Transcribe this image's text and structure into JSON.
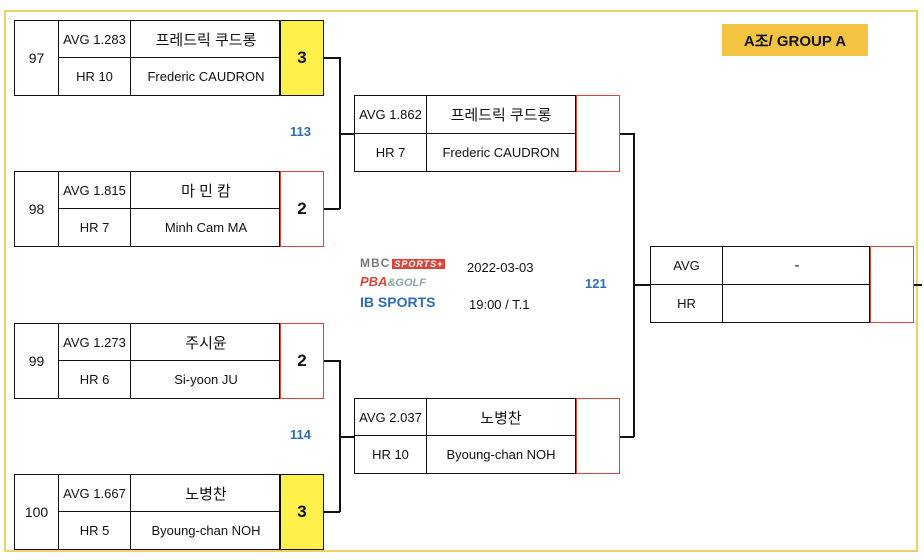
{
  "group": {
    "label": "A조/ GROUP A"
  },
  "round1": [
    {
      "seed": "97",
      "avg": "AVG 1.283",
      "hr": "HR 10",
      "kname": "프레드릭 쿠드롱",
      "ename": "Frederic CAUDRON",
      "score": "3"
    },
    {
      "seed": "98",
      "avg": "AVG 1.815",
      "hr": "HR 7",
      "kname": "마 민 캄",
      "ename": "Minh Cam MA",
      "score": "2"
    },
    {
      "seed": "99",
      "avg": "AVG 1.273",
      "hr": "HR 6",
      "kname": "주시윤",
      "ename": "Si-yoon JU",
      "score": "2"
    },
    {
      "seed": "100",
      "avg": "AVG 1.667",
      "hr": "HR 5",
      "kname": "노병찬",
      "ename": "Byoung-chan NOH",
      "score": "3"
    }
  ],
  "match_numbers": {
    "m113": "113",
    "m114": "114",
    "m121": "121"
  },
  "round2": [
    {
      "avg": "AVG 1.862",
      "hr": "HR 7",
      "kname": "프레드릭 쿠드롱",
      "ename": "Frederic CAUDRON",
      "score": ""
    },
    {
      "avg": "AVG 2.037",
      "hr": "HR 10",
      "kname": "노병찬",
      "ename": "Byoung-chan NOH",
      "score": ""
    }
  ],
  "final": {
    "avg": "AVG",
    "hr": "HR",
    "name": "-",
    "score": ""
  },
  "broadcast": {
    "mbc": "MBC",
    "mbc_sports": "SPORTS+",
    "pba": "PBA",
    "pba_golf": "&GOLF",
    "ib": "IB SPORTS",
    "date": "2022-03-03",
    "time": "19:00 / T.1"
  },
  "colors": {
    "badge": "#f5c342",
    "winner": "#fff04a",
    "match_no": "#2e6db4",
    "score_border": "#d9473b",
    "frame": "#f0d060"
  }
}
